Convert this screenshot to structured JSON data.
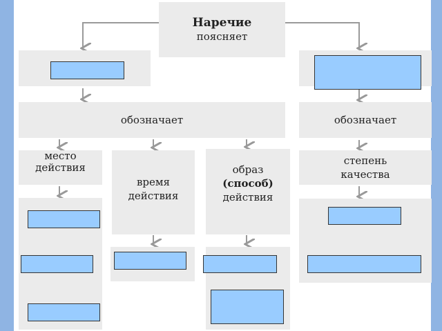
{
  "root": {
    "title": "Наречие",
    "subtitle": "поясняет"
  },
  "left_branch": {
    "denotes": "обозначает"
  },
  "right_branch": {
    "denotes": "обозначает"
  },
  "categories": {
    "place": [
      "место",
      "действия"
    ],
    "time": [
      "время",
      "действия"
    ],
    "manner": [
      "образ",
      "(способ)",
      "действия"
    ],
    "degree": [
      "степень",
      "качества"
    ]
  },
  "colors": {
    "blank_fill": "#99ccff",
    "box_fill": "#ebebeb",
    "frame": "#8fb4e3",
    "arrow": "#999999"
  }
}
